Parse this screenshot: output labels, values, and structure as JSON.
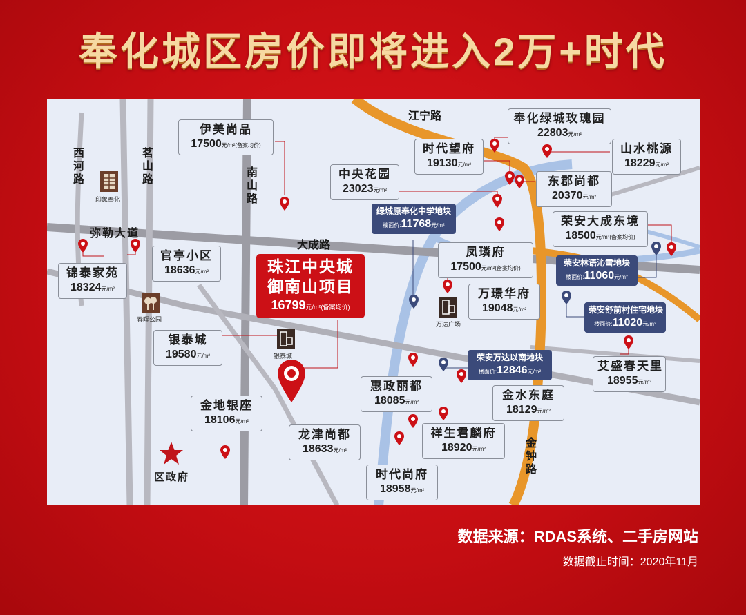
{
  "title": "奉化城区房价即将进入2万+时代",
  "roads": {
    "jiangning": "江宁路",
    "xihe": "西河路",
    "mingshan": "茗山路",
    "nanshan": "南山路",
    "mile": "弥勒大道",
    "dacheng": "大成路",
    "jinzhong": "金钟路"
  },
  "price_unit": "元/m²",
  "record_note": "(备案均价)",
  "floor_price_label": "楼面价:",
  "hero": {
    "line1": "珠江中央城",
    "line2": "御南山项目",
    "price": "16799",
    "unit": "元/m²",
    "note": "(备案均价)"
  },
  "properties": {
    "yimei": {
      "name": "伊美尚品",
      "price": "17500",
      "note": "(备案均价)"
    },
    "zhongyang": {
      "name": "中央花园",
      "price": "23023"
    },
    "shidaiwang": {
      "name": "时代望府",
      "price": "19130"
    },
    "meigui": {
      "name": "奉化绿城玫瑰园",
      "price": "22803"
    },
    "shanshui": {
      "name": "山水桃源",
      "price": "18229"
    },
    "dongjun": {
      "name": "东郡尚都",
      "price": "20370"
    },
    "rongan_dacheng": {
      "name": "荣安大成东境",
      "price": "18500",
      "note": "(备案均价)"
    },
    "fenglin": {
      "name": "凤璘府",
      "price": "17500",
      "note": "(备案均价)"
    },
    "wanjing": {
      "name": "万璟华府",
      "price": "19048"
    },
    "jintai": {
      "name": "锦泰家苑",
      "price": "18324"
    },
    "guanting": {
      "name": "官亭小区",
      "price": "18636"
    },
    "yintai": {
      "name": "银泰城",
      "price": "19580"
    },
    "jindi": {
      "name": "金地银座",
      "price": "18106"
    },
    "huizheng": {
      "name": "惠政丽都",
      "price": "18085"
    },
    "longjin": {
      "name": "龙津尚都",
      "price": "18633"
    },
    "xiangsheng": {
      "name": "祥生君麟府",
      "price": "18920"
    },
    "shidaishang": {
      "name": "时代尚府",
      "price": "18958"
    },
    "jinshui": {
      "name": "金水东庭",
      "price": "18129"
    },
    "aisheng": {
      "name": "艾盛春天里",
      "price": "18955"
    }
  },
  "land_plots": {
    "lvcheng_school": {
      "name": "绿城原奉化中学地块",
      "price": "11768"
    },
    "rongan_linyu": {
      "name": "荣安林语沁雪地块",
      "price": "11060"
    },
    "rongan_wanda": {
      "name": "荣安万达以南地块",
      "price": "12846"
    },
    "rongan_shuqian": {
      "name": "荣安舒前村住宅地块",
      "price": "11020"
    }
  },
  "landmarks": {
    "yinxiang": "印象奉化",
    "chunhui": "春晖公园",
    "yintaicheng": "银泰城",
    "wanda": "万达广场",
    "government": "区政府"
  },
  "footer": {
    "source": "数据来源：RDAS系统、二手房网站",
    "cutoff": "数据截止时间：2020年11月"
  }
}
